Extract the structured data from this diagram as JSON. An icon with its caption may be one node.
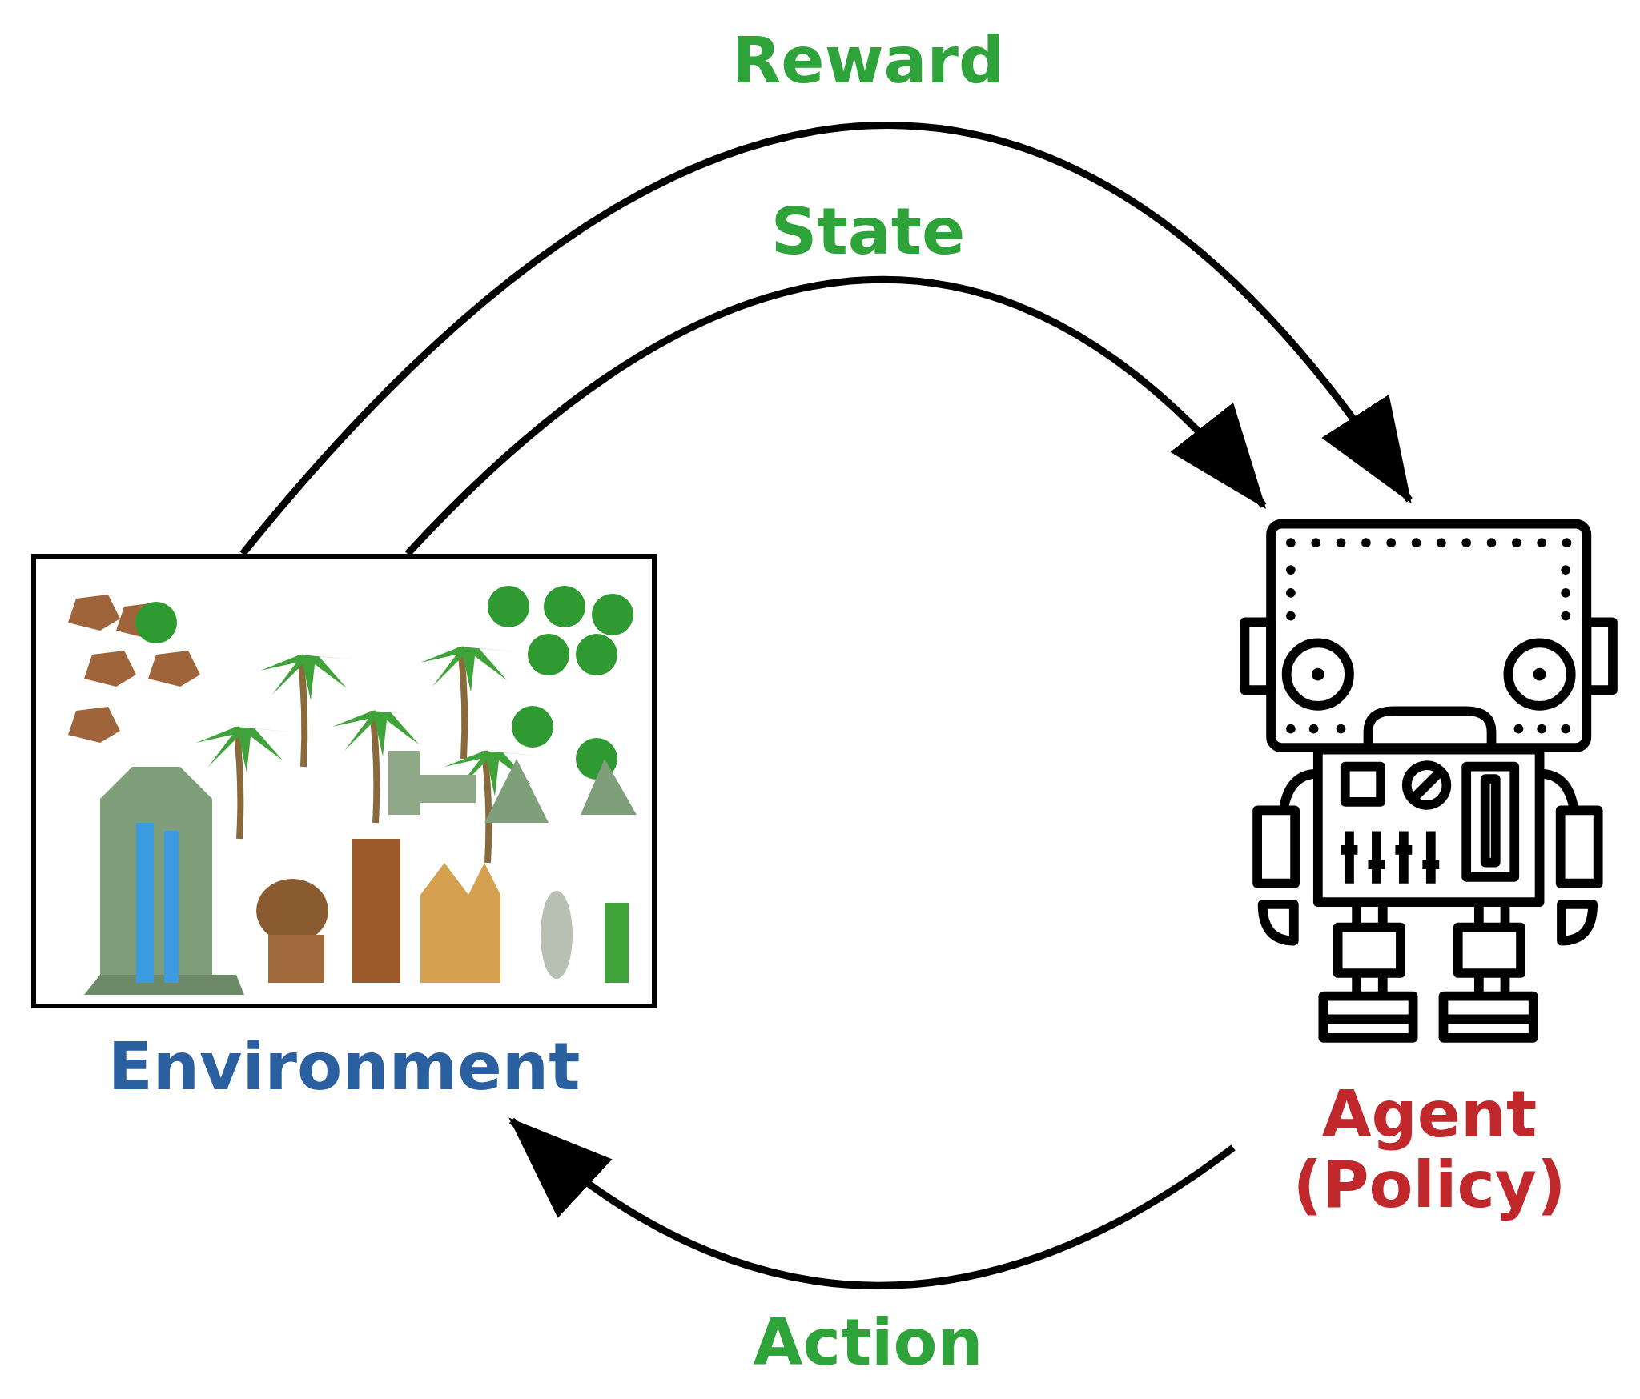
{
  "diagram": {
    "nodes": [
      {
        "text": [
          "Environment"
        ]
      },
      {
        "text": [
          "Agent (Policy)"
        ]
      }
    ],
    "edges": [
      {
        "from": 0,
        "to": 1,
        "arrow": "to",
        "label": "Reward"
      },
      {
        "from": 0,
        "to": 1,
        "arrow": "to",
        "label": "State"
      },
      {
        "from": 1,
        "to": 0,
        "arrow": "to",
        "label": "Action"
      }
    ]
  }
}
